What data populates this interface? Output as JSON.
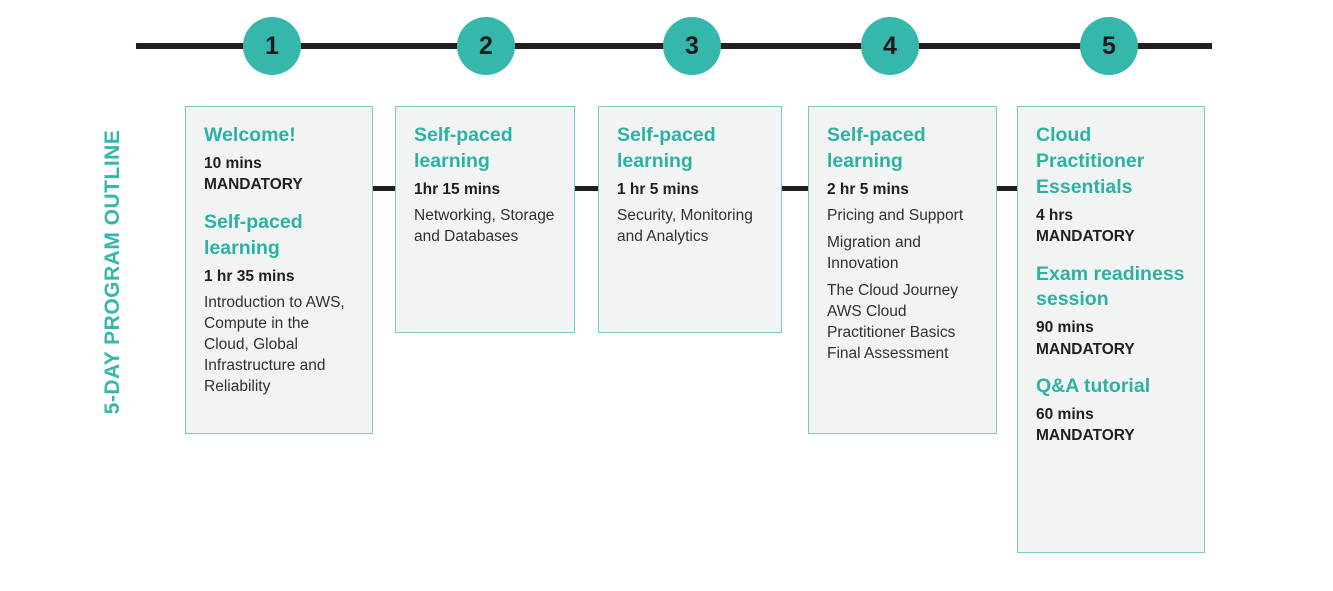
{
  "side_label": "5-DAY PROGRAM OUTLINE",
  "accent_color": "#35b7ab",
  "title_color": "#2cb1a5",
  "line_color": "#231f20",
  "card_bg": "#f2f4f3",
  "card_border": "#7ec8c3",
  "timeline": {
    "nodes": [
      {
        "label": "1"
      },
      {
        "label": "2"
      },
      {
        "label": "3"
      },
      {
        "label": "4"
      },
      {
        "label": "5"
      }
    ]
  },
  "days": [
    {
      "day": "1",
      "blocks": [
        {
          "title": "Welcome!",
          "duration": "10 mins",
          "note": "MANDATORY",
          "desc": ""
        },
        {
          "title": "Self-paced learning",
          "duration": "1 hr 35 mins",
          "note": "",
          "desc": "Introduction to AWS, Compute in the Cloud, Global Infrastructure and Reliability"
        }
      ]
    },
    {
      "day": "2",
      "blocks": [
        {
          "title": "Self-paced learning",
          "duration": "1hr 15 mins",
          "note": "",
          "desc": "Networking, Storage and Databases"
        }
      ]
    },
    {
      "day": "3",
      "blocks": [
        {
          "title": "Self-paced learning",
          "duration": "1 hr 5 mins",
          "note": "",
          "desc": "Security, Monitoring and Analytics"
        }
      ]
    },
    {
      "day": "4",
      "blocks": [
        {
          "title": "Self-paced learning",
          "duration": "2 hr 5 mins",
          "note": "",
          "desc": "Pricing and Support",
          "desc2": "Migration and Innovation",
          "desc3": "The Cloud Journey AWS Cloud Practitioner Basics Final Assessment"
        }
      ]
    },
    {
      "day": "5",
      "blocks": [
        {
          "title": "Cloud Practitioner Essentials",
          "duration": "4 hrs",
          "note": "MANDATORY",
          "desc": ""
        },
        {
          "title": "Exam readiness session",
          "duration": "90 mins",
          "note": "MANDATORY",
          "desc": ""
        },
        {
          "title": "Q&A tutorial",
          "duration": "60 mins",
          "note": "MANDATORY",
          "desc": ""
        }
      ]
    }
  ]
}
